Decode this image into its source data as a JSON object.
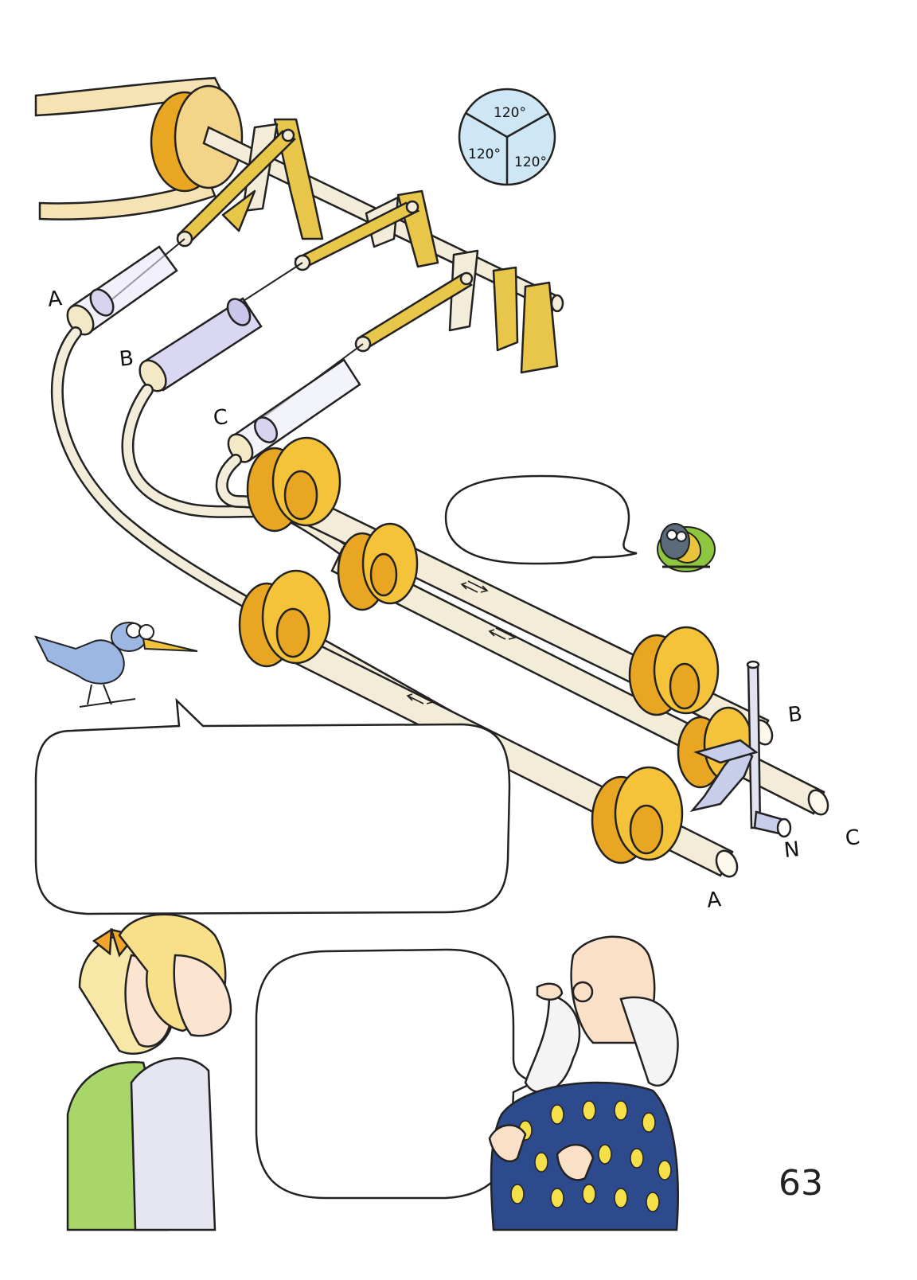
{
  "diagram": {
    "labels": {
      "cylinder_a": "A",
      "cylinder_b": "B",
      "cylinder_c": "C",
      "pipe_a": "A",
      "pipe_b": "B",
      "pipe_c": "C",
      "pipe_n": "N"
    },
    "angle_disc": [
      "120°",
      "120°",
      "120°"
    ]
  },
  "speech_bubbles": [
    "",
    "",
    ""
  ],
  "page_number": "63",
  "colors": {
    "wheel": "#f4c33a",
    "wheel_side": "#e9a623",
    "cream": "#f6e8c8",
    "linkage": "#e8c64a",
    "pipe": "#f3ecd8",
    "cylinder": "#d9d7f2",
    "disc": "#cfe6f5",
    "outline": "#222222"
  }
}
